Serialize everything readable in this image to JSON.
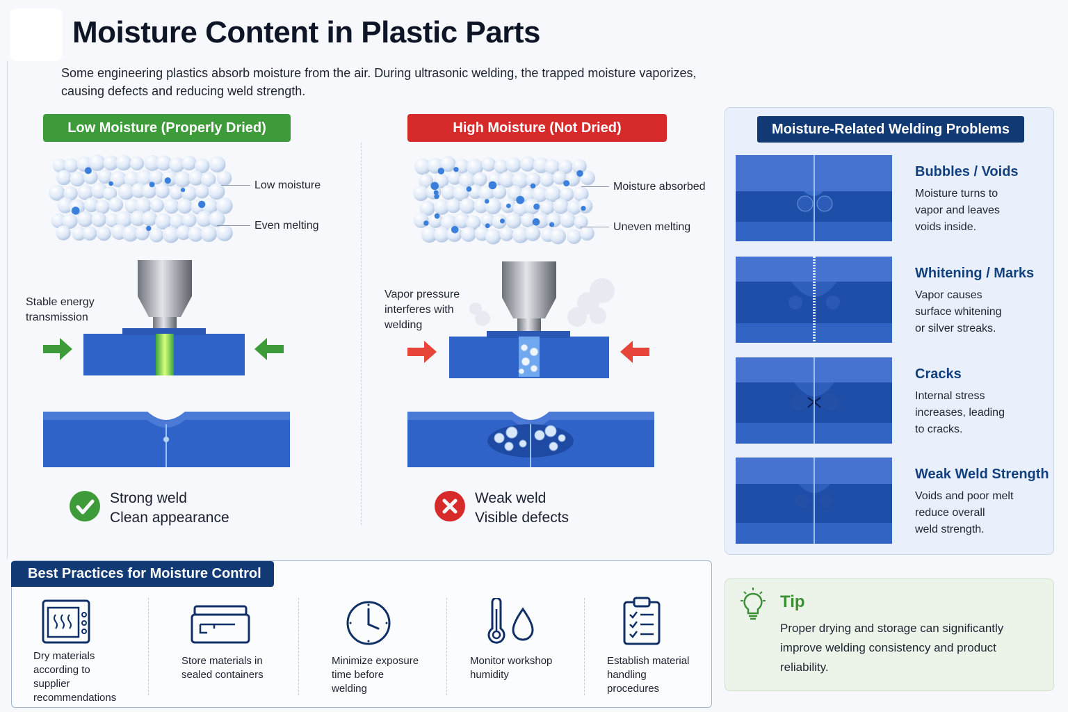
{
  "header": {
    "title": "Moisture Content in Plastic Parts",
    "intro_line1": "Some engineering plastics absorb moisture from the air. During ultrasonic welding, the trapped moisture vaporizes,",
    "intro_line2": "causing defects and reducing weld strength."
  },
  "low": {
    "tag": "Low Moisture (Properly Dried)",
    "label_moisture": "Low moisture",
    "label_melting": "Even melting",
    "energy_line1": "Stable energy",
    "energy_line2": "transmission",
    "result_line1": "Strong weld",
    "result_line2": "Clean appearance"
  },
  "high": {
    "tag": "High Moisture (Not Dried)",
    "label_moisture": "Moisture absorbed",
    "label_melting": "Uneven melting",
    "vapor_line1": "Vapor pressure",
    "vapor_line2": "interferes with",
    "vapor_line3": "welding",
    "result_line1": "Weak weld",
    "result_line2": "Visible defects"
  },
  "problems": {
    "header": "Moisture-Related Welding Problems",
    "items": [
      {
        "title": "Bubbles / Voids",
        "l1": "Moisture turns to",
        "l2": "vapor and leaves",
        "l3": "voids inside."
      },
      {
        "title": "Whitening / Marks",
        "l1": "Vapor causes",
        "l2": "surface whitening",
        "l3": "or silver streaks."
      },
      {
        "title": "Cracks",
        "l1": "Internal stress",
        "l2": "increases, leading",
        "l3": "to cracks."
      },
      {
        "title": "Weak Weld Strength",
        "l1": "Voids and poor melt",
        "l2": "reduce overall",
        "l3": "weld strength."
      }
    ]
  },
  "best_practices": {
    "header": "Best Practices for Moisture Control",
    "items": [
      {
        "l1": "Dry materials",
        "l2": "according to",
        "l3": "supplier",
        "l4": "recommendations"
      },
      {
        "l1": "Store materials in",
        "l2": "sealed containers"
      },
      {
        "l1": "Minimize exposure",
        "l2": "time before",
        "l3": "welding"
      },
      {
        "l1": "Monitor workshop",
        "l2": "humidity"
      },
      {
        "l1": "Establish material",
        "l2": "handling",
        "l3": "procedures"
      }
    ]
  },
  "tip": {
    "title": "Tip",
    "l1": "Proper drying and storage can significantly",
    "l2": "improve welding consistency and product",
    "l3": "reliability."
  },
  "colors": {
    "plastic_blue": "#2f63c7",
    "green": "#3e9b3a",
    "red": "#d72b2b",
    "navy": "#123a74"
  }
}
